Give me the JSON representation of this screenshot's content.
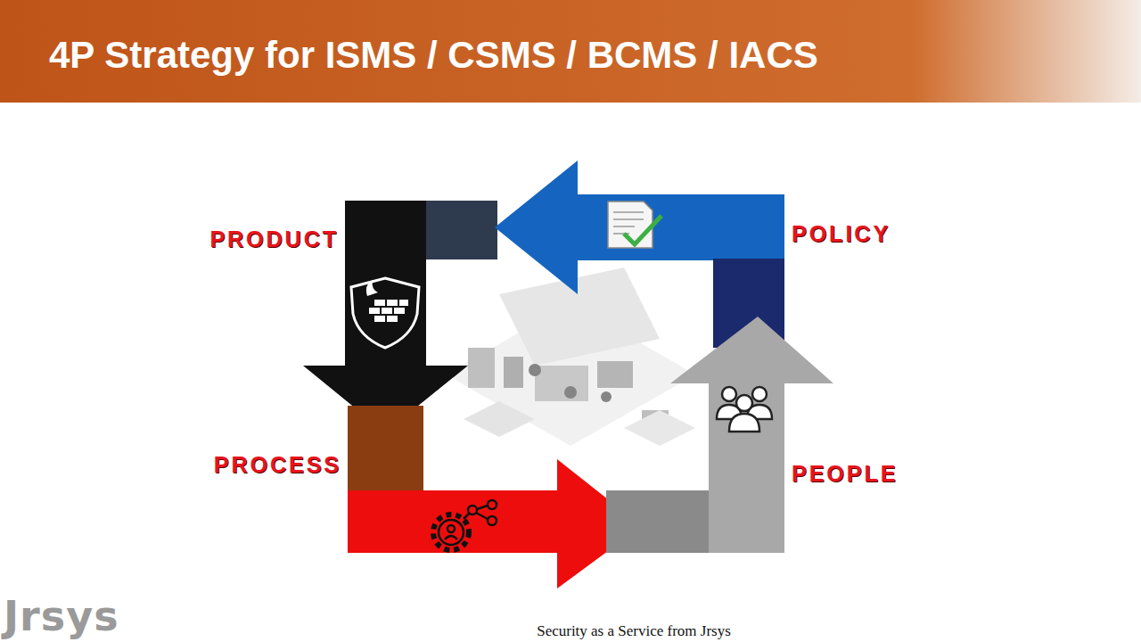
{
  "diagram": {
    "title": "4P Strategy for ISMS / CSMS / BCMS / IACS",
    "caption": "Security as a Service from Jrsys",
    "labels": [
      "PRODUCT",
      "POLICY",
      "PROCESS",
      "PEOPLE",
      "Jrsys"
    ]
  }
}
